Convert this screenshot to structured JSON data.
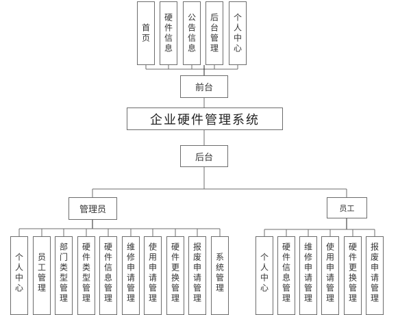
{
  "title": "企业硬件管理系统",
  "frontend": {
    "label": "前台",
    "children": [
      "首页",
      "硬件信息",
      "公告信息",
      "后台管理",
      "个人中心"
    ]
  },
  "backend": {
    "label": "后台",
    "roles": [
      {
        "label": "管理员",
        "children": [
          "个人中心",
          "员工管理",
          "部门类型管理",
          "硬件类型管理",
          "硬件信息管理",
          "维修申请管理",
          "使用申请管理",
          "硬件更换管理",
          "报废申请管理",
          "系统管理"
        ]
      },
      {
        "label": "员工",
        "children": [
          "个人中心",
          "硬件信息管理",
          "维修申请管理",
          "使用申请管理",
          "硬件更换管理",
          "报废申请管理"
        ]
      }
    ]
  }
}
